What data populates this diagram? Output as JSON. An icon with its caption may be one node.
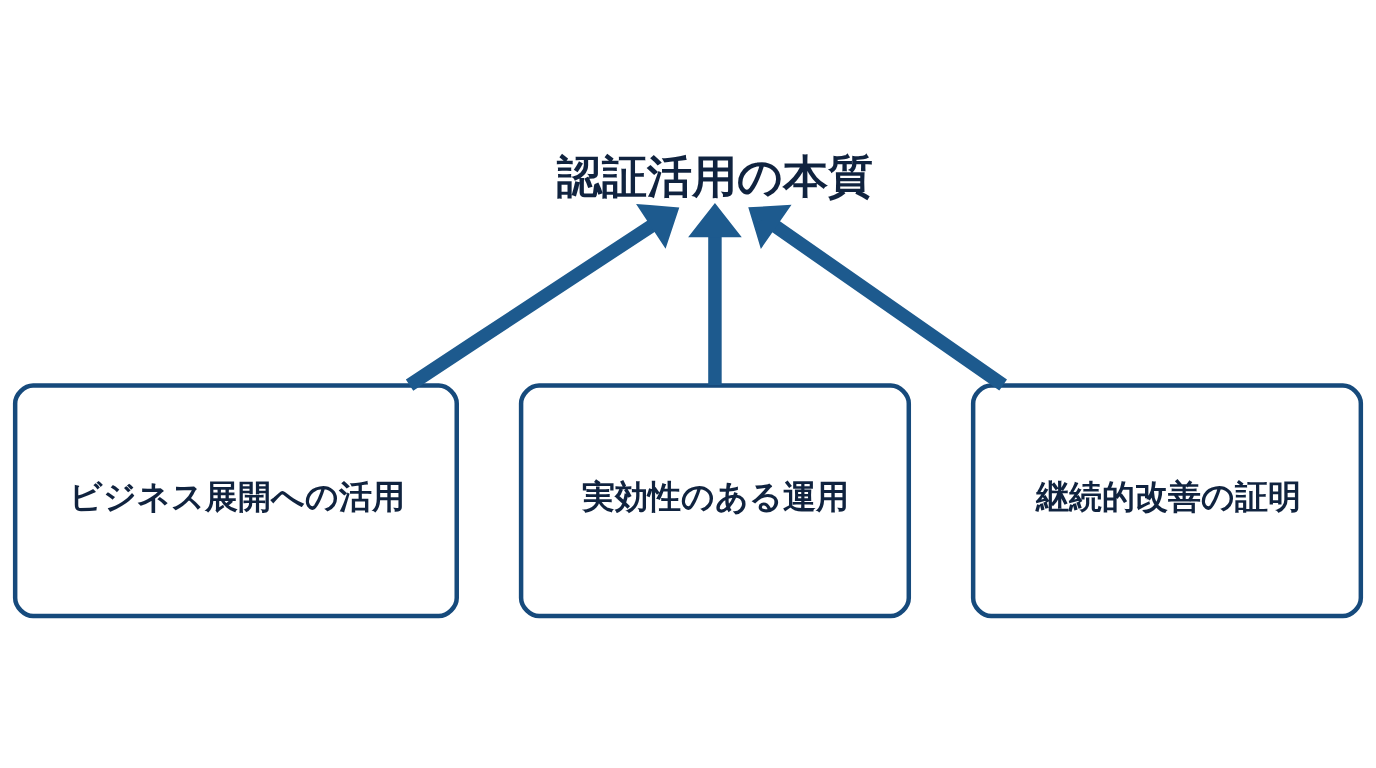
{
  "diagram": {
    "nodes": [
      {
        "text": [
          "認証活用の本質"
        ]
      },
      {
        "text": [
          "ビジネス展開への活用"
        ]
      },
      {
        "text": [
          "実効性のある運用"
        ]
      },
      {
        "text": [
          "継続的改善の証明"
        ]
      }
    ],
    "edges": [
      {
        "from": 1,
        "to": 0,
        "arrow": "to"
      },
      {
        "from": 2,
        "to": 0,
        "arrow": "to"
      },
      {
        "from": 3,
        "to": 0,
        "arrow": "to"
      }
    ]
  }
}
